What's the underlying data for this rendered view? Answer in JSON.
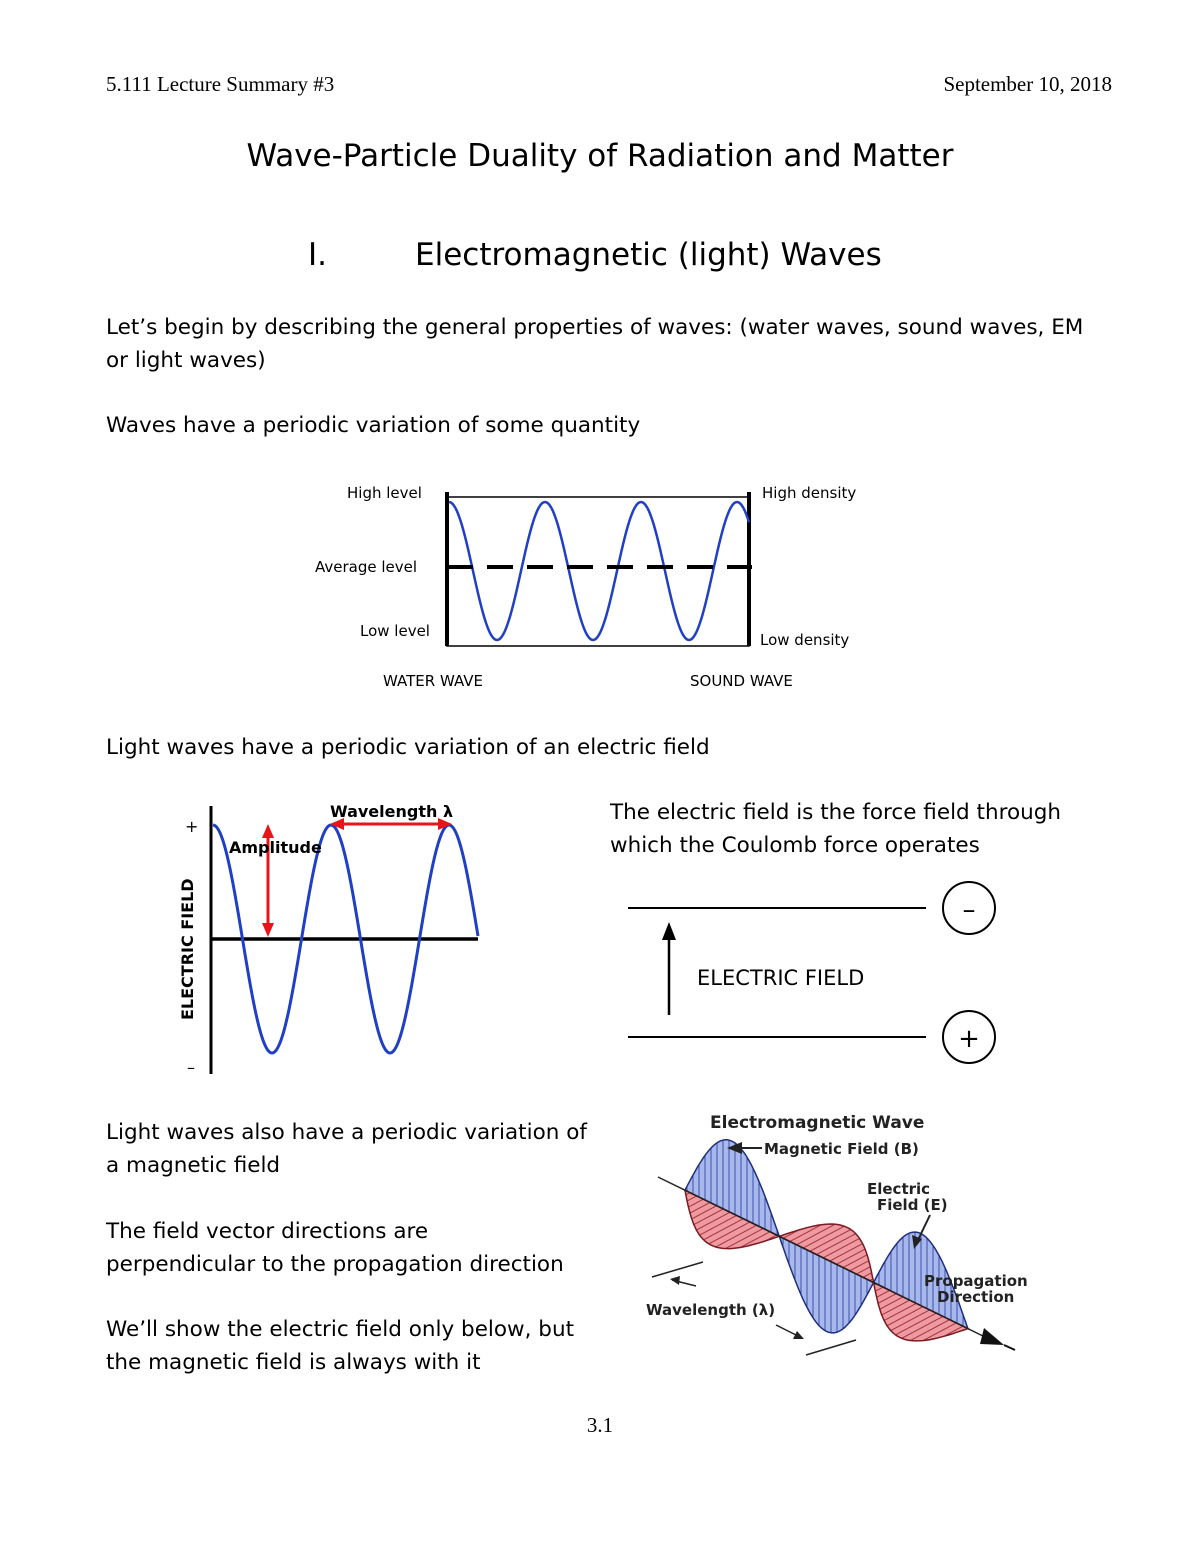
{
  "header": {
    "course": "5.111 Lecture Summary #3",
    "date": "September 10, 2018"
  },
  "title": "Wave-Particle Duality of Radiation and Matter",
  "section": {
    "number": "I.",
    "heading": "Electromagnetic (light) Waves"
  },
  "paragraphs": {
    "intro_line1": "Let’s begin by describing the general properties of waves: (water waves, sound waves, EM",
    "intro_line2": "or light waves)",
    "periodic": "Waves have a periodic variation of some quantity",
    "light_electric": "Light waves have a periodic variation of an electric field",
    "coulomb_line1": "The electric field is the force field through",
    "coulomb_line2": "which the Coulomb force operates",
    "magnetic_line1": "Light waves also have a periodic variation of",
    "magnetic_line2": "a magnetic field",
    "perp_line1": "The field vector directions are",
    "perp_line2": "perpendicular to the propagation direction",
    "show_line1": "We’ll show the electric field only below, but",
    "show_line2": "the magnetic field is always with it"
  },
  "wave_diagram": {
    "high_level": "High level",
    "average_level": "Average level",
    "low_level": "Low level",
    "high_density": "High density",
    "low_density": "Low density",
    "water_wave": "WATER WAVE",
    "sound_wave": "SOUND WAVE"
  },
  "electric_field_graph": {
    "wavelength": "Wavelength λ",
    "amplitude": "Amplitude",
    "axis_label": "ELECTRIC FIELD",
    "plus": "+",
    "minus": "–",
    "wave_color": "#1f3fc4",
    "marker_color": "#e8141a"
  },
  "plates_diagram": {
    "label": "ELECTRIC FIELD",
    "negative": "–",
    "positive": "+"
  },
  "em_wave_diagram": {
    "title": "Electromagnetic Wave",
    "magnetic_field": "Magnetic Field (B)",
    "electric_field_line1": "Electric",
    "electric_field_line2": "Field  (E)",
    "propagation_line1": "Propagation",
    "propagation_line2": "Direction",
    "wavelength": "Wavelength (λ)",
    "magnetic_color": "#a9b8ec",
    "electric_color": "#ee9aa0"
  },
  "footer": {
    "page_number": "3.1"
  }
}
